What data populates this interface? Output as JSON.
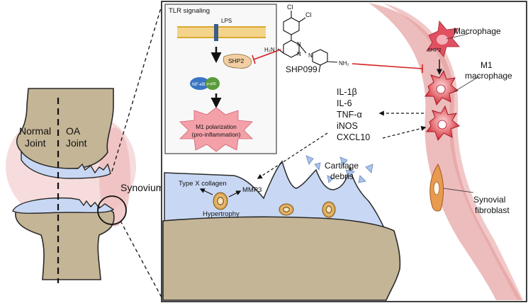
{
  "joint": {
    "normal_label_line1": "Normal",
    "normal_label_line2": "Joint",
    "oa_label_line1": "OA",
    "oa_label_line2": "Joint",
    "synovium_label": "Synovium"
  },
  "tlr_panel": {
    "title": "TLR signaling",
    "lps_label": "LPS",
    "shp2_label": "SHP2",
    "nfkb_label": "NF-κB",
    "p65_label": "p-p65",
    "polarization_line1": "M1 polarization",
    "polarization_line2": "(pro-inflammation)"
  },
  "drug": {
    "name": "SHP099",
    "atoms": {
      "cl1": "Cl",
      "cl2": "Cl",
      "h2n": "H₂N",
      "n1": "N",
      "n2": "N",
      "n3": "N",
      "nh2": "NH₂"
    }
  },
  "cytokines": [
    "IL-1β",
    "IL-6",
    "TNF-α",
    "iNOS",
    "CXCL10"
  ],
  "synovium": {
    "macrophage_label": "Macrophage",
    "macrophage_shp2": "SHP2",
    "m1_label_line1": "M1",
    "m1_label_line2": "macrophage",
    "fibroblast_line1": "Synovial",
    "fibroblast_line2": "fibroblast"
  },
  "cartilage": {
    "debris_line1": "Cartilage",
    "debris_line2": "debris",
    "collagen_label": "Type X collagen",
    "mmp3_label": "MMP3",
    "hypertrophy_label": "Hypertrophy"
  },
  "colors": {
    "bone": "#c4b596",
    "bone_stroke": "#2a2a2a",
    "cartilage": "#c8d8f4",
    "synovium_pink": "#f3c8c8",
    "membrane_band": "#e9a0a0",
    "macrophage": "#e0444c",
    "inhibit_red": "#d42020",
    "burst": "#f0a0a8",
    "chondrocyte": "#e0a040"
  }
}
